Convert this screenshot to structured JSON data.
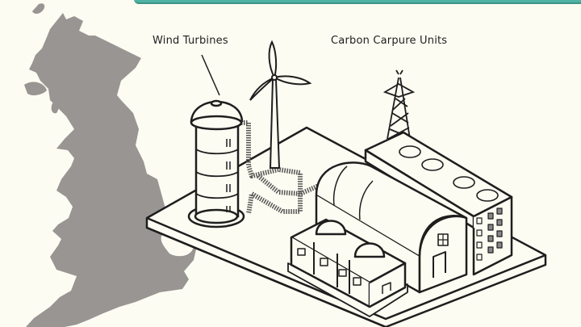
{
  "header": {
    "accent_color": "#4fb3a4"
  },
  "labels": {
    "wind_turbines": "Wind Turbines",
    "carbon_capture": "Carbon Carpure Units"
  },
  "map": {
    "region": "Great Britain silhouette",
    "fill_color": "#989593"
  },
  "illustration": {
    "elements": [
      "storage-tank",
      "wind-turbine",
      "pipes",
      "transmission-tower",
      "carbon-capture-building",
      "quonset-hall",
      "dome-units",
      "platform"
    ]
  }
}
